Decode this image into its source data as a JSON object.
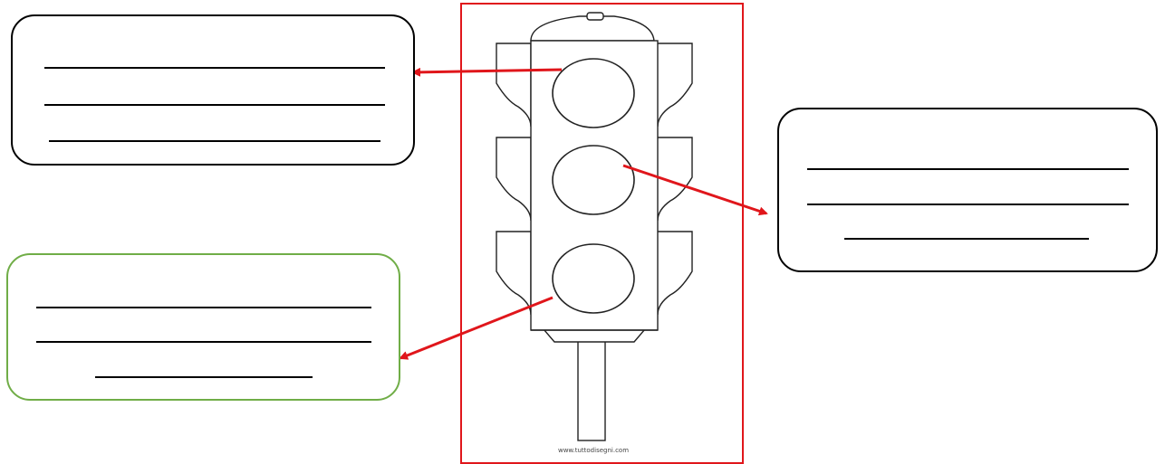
{
  "diagram": {
    "watermark": "www.tuttodisegni.com",
    "colors": {
      "frame": "#e0161b",
      "arrow": "#e0161b",
      "box_default_border": "#000000",
      "box_green_border": "#70ad47"
    },
    "answer_boxes": [
      {
        "id": "top-left",
        "points_to": "top-light",
        "border": "black",
        "blank_lines": 3
      },
      {
        "id": "right",
        "points_to": "middle-light",
        "border": "black",
        "blank_lines": 3
      },
      {
        "id": "bottom-left",
        "points_to": "bottom-light",
        "border": "green",
        "blank_lines": 3
      }
    ]
  }
}
